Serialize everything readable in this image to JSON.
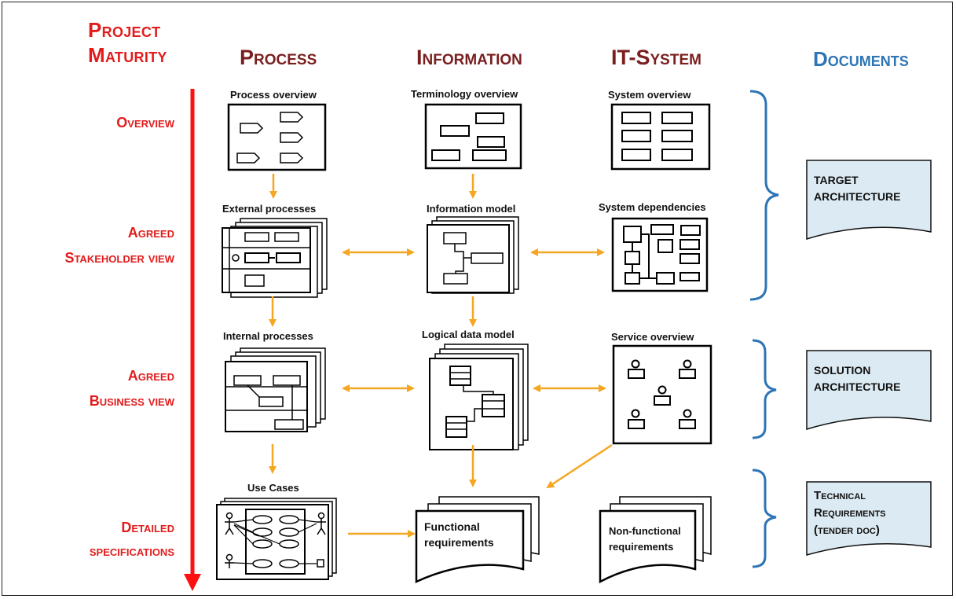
{
  "maturity_title": [
    "Project",
    "Maturity"
  ],
  "columns": {
    "process": "Process",
    "information": "Information",
    "it_system": "IT-System",
    "documents": "Documents"
  },
  "rows": {
    "overview": [
      "Overview"
    ],
    "stakeholder": [
      "Agreed",
      "Stakeholder view"
    ],
    "business": [
      "Agreed",
      "Business view"
    ],
    "detailed": [
      "Detailed",
      "specifications"
    ]
  },
  "boxes": {
    "process_overview": "Process overview",
    "terminology_overview": "Terminology  overview",
    "system_overview": "System overview",
    "external_processes": "External processes",
    "information_model": "Information model",
    "system_dependencies": "System dependencies",
    "internal_processes": "Internal processes",
    "logical_data_model": "Logical data model",
    "service_overview": "Service overview",
    "use_cases": "Use Cases",
    "functional_requirements": [
      "Functional",
      "requirements"
    ],
    "nonfunctional_requirements": [
      "Non-functional",
      "requirements"
    ]
  },
  "documents": {
    "target": [
      "TARGET",
      "ARCHITECTURE"
    ],
    "solution": [
      "SOLUTION",
      "ARCHITECTURE"
    ],
    "technical": [
      "Technical",
      "Requirements",
      "(tender doc)"
    ]
  },
  "colors": {
    "red": "#e21c1c",
    "dark_red": "#7a1f1f",
    "blue": "#2e75b6",
    "orange_arrow": "#f5a623",
    "doc_fill": "#dcebf3"
  }
}
